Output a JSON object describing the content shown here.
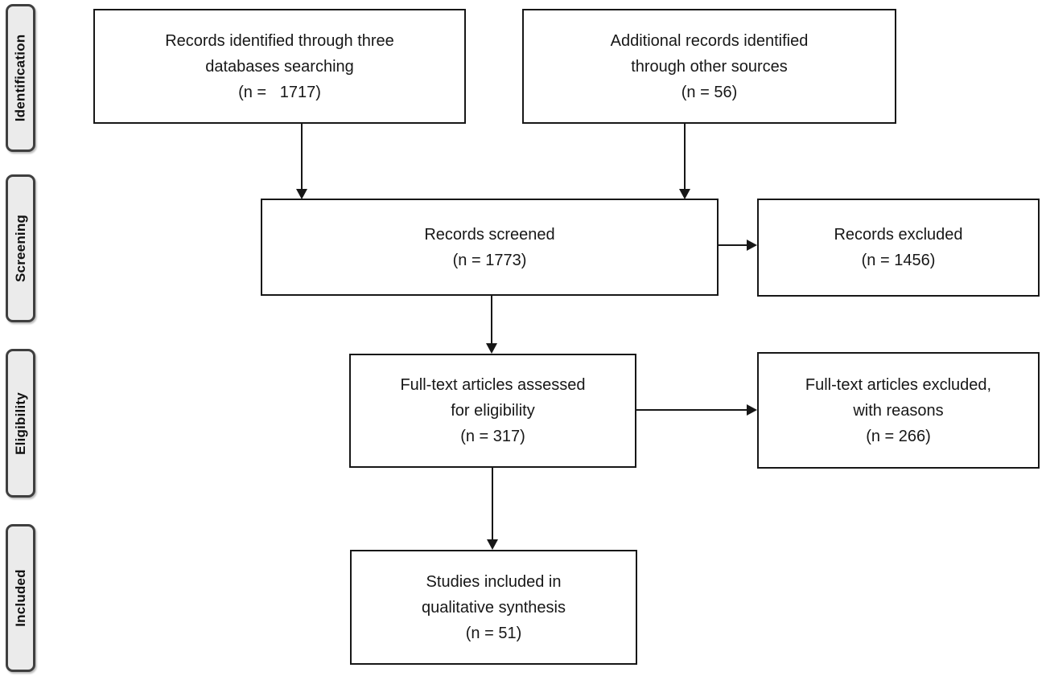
{
  "stages": [
    {
      "label": "Identification"
    },
    {
      "label": "Screening"
    },
    {
      "label": "Eligibility"
    },
    {
      "label": "Included"
    }
  ],
  "boxes": {
    "records_identified": {
      "lines": [
        "Records identified through three",
        "databases searching",
        "(n =   1717)"
      ]
    },
    "additional_records": {
      "lines": [
        "Additional records identified",
        "through other sources",
        "(n = 56)"
      ]
    },
    "records_screened": {
      "lines": [
        "Records screened",
        "(n = 1773)"
      ]
    },
    "records_excluded": {
      "lines": [
        "Records excluded",
        "(n = 1456)"
      ]
    },
    "fulltext_assessed": {
      "lines": [
        "Full-text articles assessed",
        "for eligibility",
        "(n = 317)"
      ]
    },
    "fulltext_excluded": {
      "lines": [
        "Full-text articles excluded,",
        "with reasons",
        "(n = 266)"
      ]
    },
    "studies_included": {
      "lines": [
        "Studies included in",
        "qualitative synthesis",
        "(n = 51)"
      ]
    }
  },
  "colors": {
    "box_border": "#171717",
    "box_fill": "#ffffff",
    "stage_fill": "#ebebeb",
    "stage_border": "#3f3f3f",
    "arrow": "#171717",
    "text": "#171717"
  }
}
